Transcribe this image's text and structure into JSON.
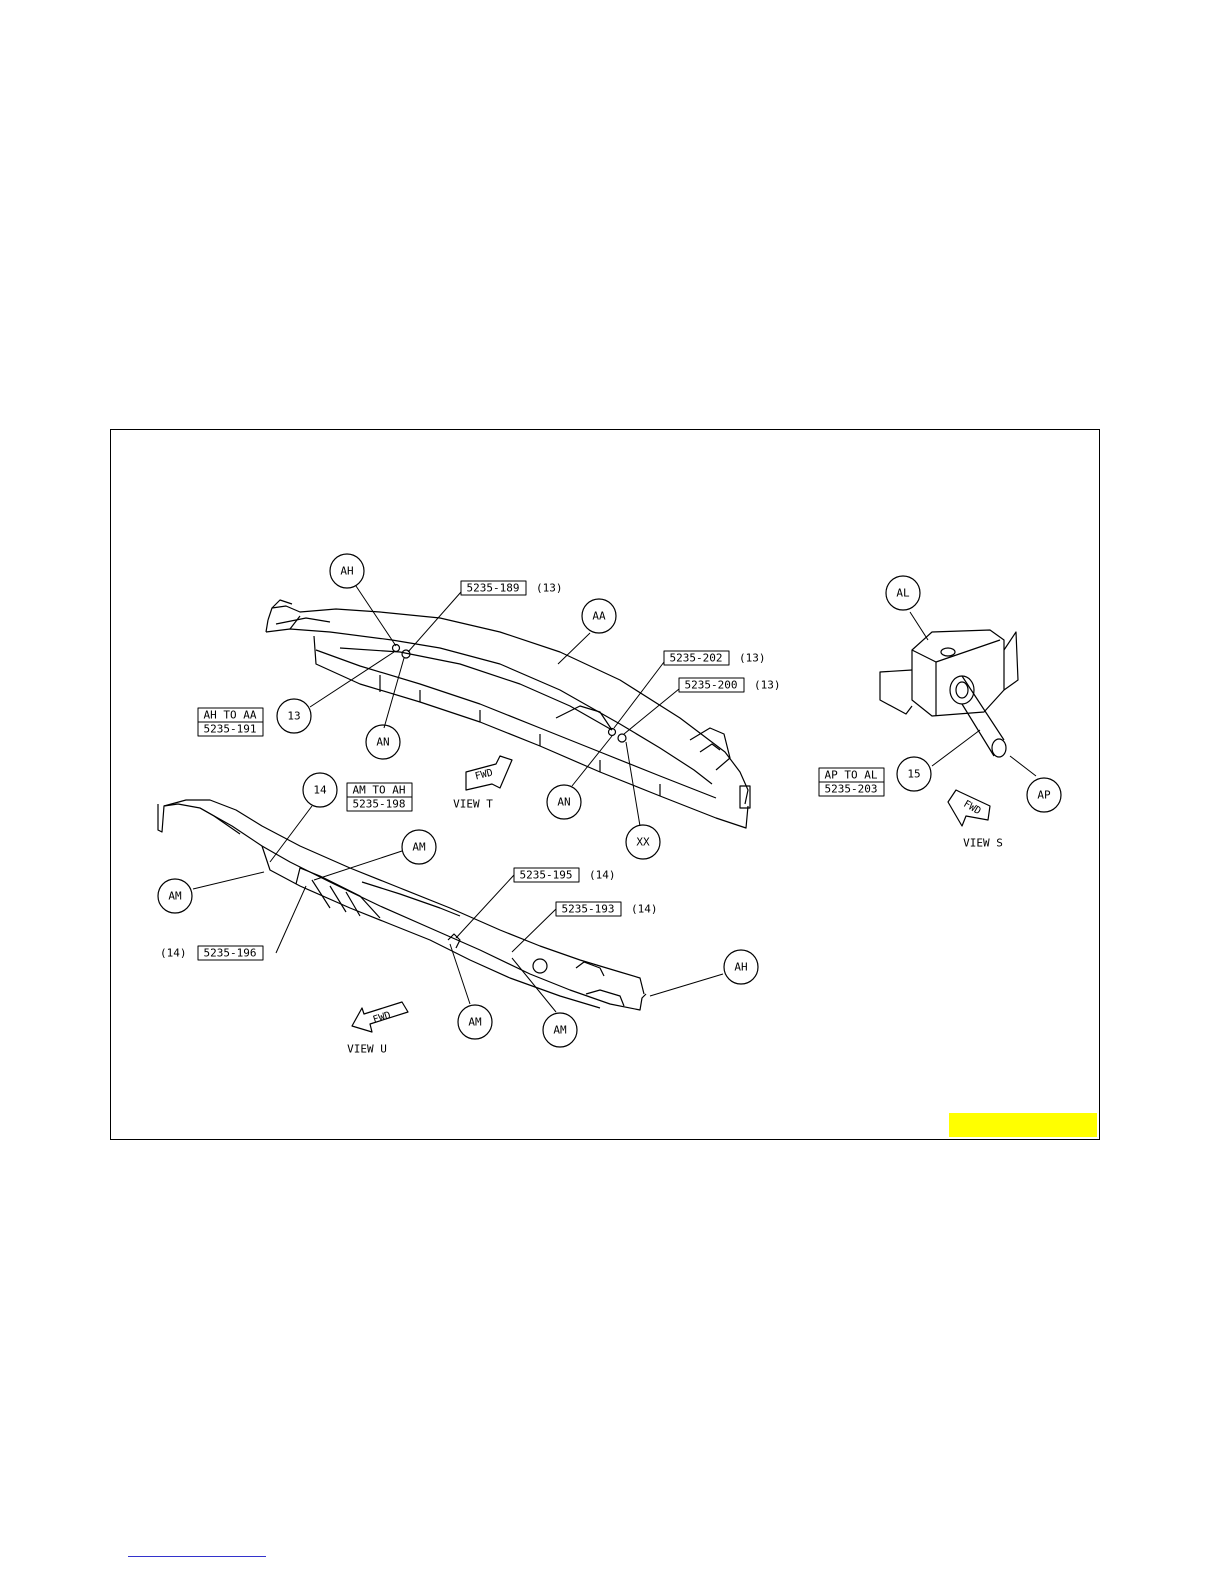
{
  "colors": {
    "line": "#000000",
    "highlight": "#ffff00",
    "footer_rule": "#3333cc"
  },
  "views": {
    "t": {
      "label": "VIEW T",
      "fwd": "FWD"
    },
    "u": {
      "label": "VIEW U",
      "fwd": "FWD"
    },
    "s": {
      "label": "VIEW S",
      "fwd": "FWD"
    }
  },
  "balloons": {
    "ah_top": "AH",
    "aa": "AA",
    "an_left": "AN",
    "n13": "13",
    "an_right": "AN",
    "xx": "XX",
    "n14": "14",
    "am_left": "AM",
    "am_top": "AM",
    "am_mid": "AM",
    "am_right": "AM",
    "ah_bottom": "AH",
    "al": "AL",
    "n15": "15",
    "ap": "AP"
  },
  "callouts": {
    "c189": {
      "part": "5235-189",
      "qty": "(13)"
    },
    "c202": {
      "part": "5235-202",
      "qty": "(13)"
    },
    "c200": {
      "part": "5235-200",
      "qty": "(13)"
    },
    "c191": {
      "note": "AH TO AA",
      "part": "5235-191"
    },
    "c198": {
      "note": "AM TO AH",
      "part": "5235-198"
    },
    "c195": {
      "part": "5235-195",
      "qty": "(14)"
    },
    "c193": {
      "part": "5235-193",
      "qty": "(14)"
    },
    "c196": {
      "part": "5235-196",
      "qty": "(14)"
    },
    "c203": {
      "note": "AP TO AL",
      "part": "5235-203"
    }
  }
}
